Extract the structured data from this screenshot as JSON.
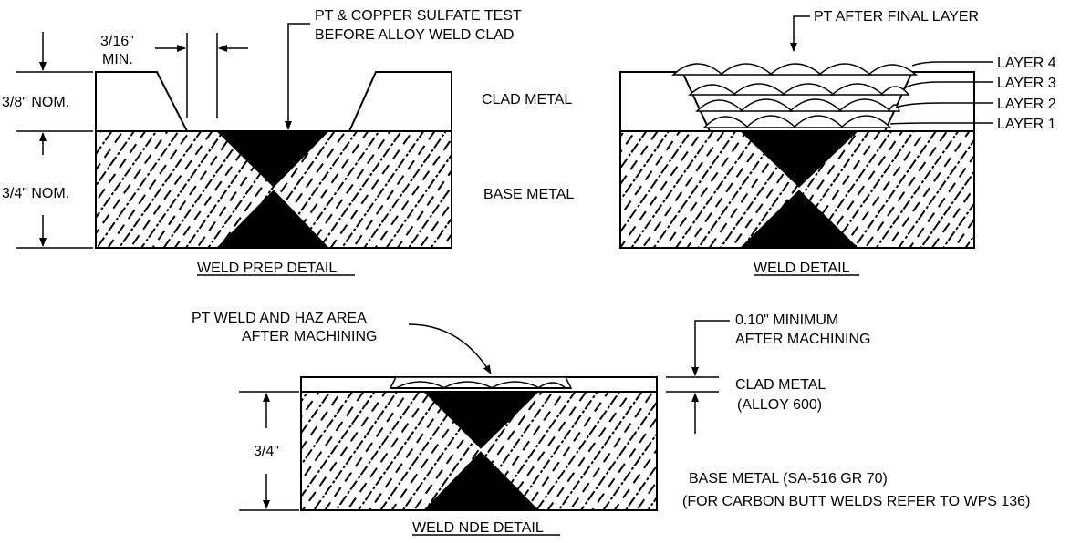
{
  "colors": {
    "ink": "#000000",
    "paper": "#ffffff"
  },
  "prep": {
    "dim_gap": "3/16\"",
    "dim_gap_min": "MIN.",
    "dim_clad": "3/8\" NOM.",
    "dim_base": "3/4\" NOM.",
    "note_line1": "PT & COPPER SULFATE TEST",
    "note_line2": "BEFORE ALLOY WELD CLAD",
    "label_clad": "CLAD METAL",
    "label_base": "BASE METAL",
    "title": "WELD PREP DETAIL"
  },
  "weld": {
    "note": "PT AFTER FINAL LAYER",
    "layer4": "LAYER 4",
    "layer3": "LAYER 3",
    "layer2": "LAYER 2",
    "layer1": "LAYER 1",
    "title": "WELD DETAIL"
  },
  "nde": {
    "note_line1": "PT WELD AND HAZ AREA",
    "note_line2": "AFTER MACHINING",
    "dim_min_line1": "0.10\" MINIMUM",
    "dim_min_line2": "AFTER MACHINING",
    "clad_line1": "CLAD METAL",
    "clad_line2": "(ALLOY 600)",
    "dim_thk": "3/4\"",
    "base_line1": "BASE METAL  (SA-516 GR 70)",
    "base_line2": "(FOR CARBON BUTT WELDS REFER TO WPS 136)",
    "title": "WELD NDE DETAIL"
  }
}
